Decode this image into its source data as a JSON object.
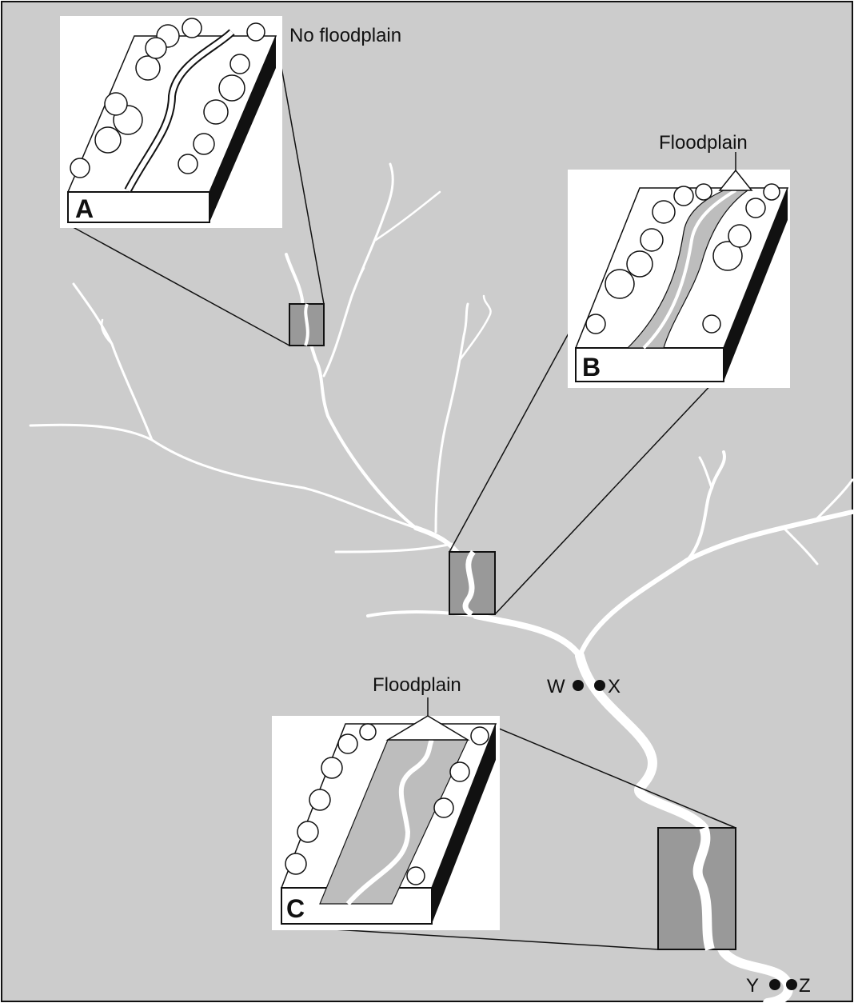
{
  "labels": {
    "no_floodplain": "No floodplain",
    "floodplain_b": "Floodplain",
    "floodplain_c": "Floodplain",
    "panel_a": "A",
    "panel_b": "B",
    "panel_c": "C",
    "point_w": "W",
    "point_x": "X",
    "point_y": "Y",
    "point_z": "Z"
  },
  "colors": {
    "background": "#cccccc",
    "river": "#ffffff",
    "zoom_box_fill": "#999999",
    "floodplain_fill": "#bdbdbd",
    "outline": "#111111"
  }
}
